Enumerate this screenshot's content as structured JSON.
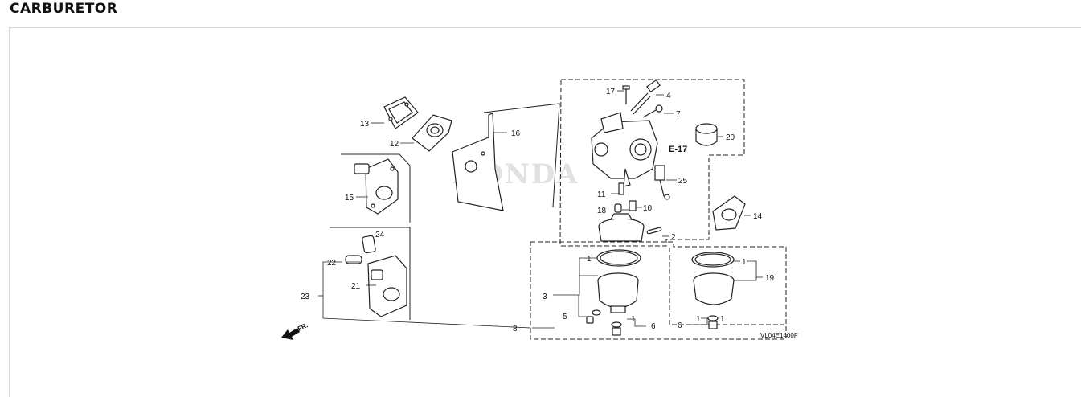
{
  "page": {
    "title": "CARBURETOR"
  },
  "diagram": {
    "brand_watermark": "HONDA",
    "reference": "E-17",
    "drawing_code": "VL04E1400F",
    "direction_label": "FR.",
    "callouts": {
      "c1a": "1",
      "c1b": "1",
      "c1c": "1",
      "c1d": "1",
      "c1e": "1",
      "c2": "2",
      "c3": "3",
      "c4": "4",
      "c5": "5",
      "c6a": "6",
      "c6b": "6",
      "c7": "7",
      "c8": "8",
      "c10": "10",
      "c11": "11",
      "c12": "12",
      "c13": "13",
      "c14": "14",
      "c15": "15",
      "c16": "16",
      "c17": "17",
      "c18": "18",
      "c19": "19",
      "c20": "20",
      "c21": "21",
      "c22": "22",
      "c23": "23",
      "c24": "24",
      "c25": "25"
    }
  }
}
